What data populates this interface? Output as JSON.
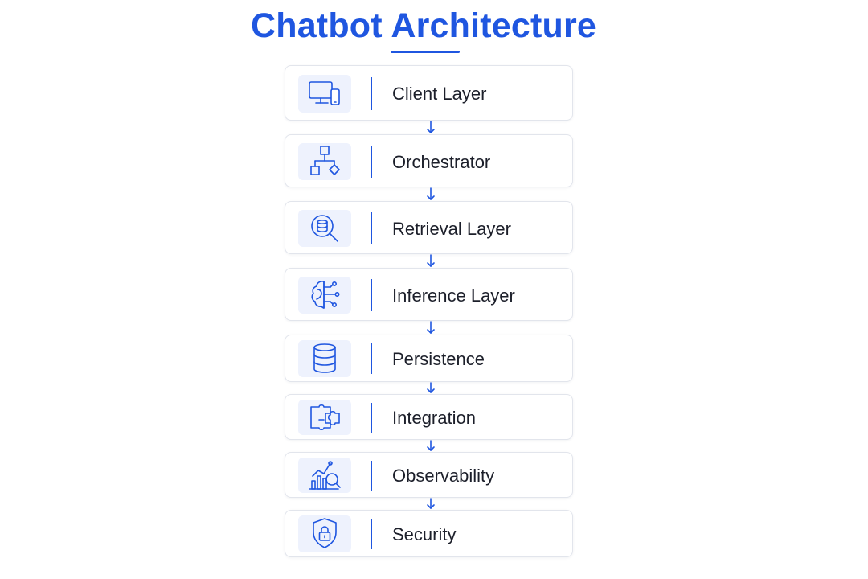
{
  "title": "Chatbot Architecture",
  "accent_color": "#1f56e0",
  "layers": [
    {
      "label": "Client Layer",
      "icon": "monitor-phone-icon"
    },
    {
      "label": "Orchestrator",
      "icon": "flowchart-icon"
    },
    {
      "label": "Retrieval Layer",
      "icon": "database-search-icon"
    },
    {
      "label": "Inference Layer",
      "icon": "brain-circuit-icon"
    },
    {
      "label": "Persistence",
      "icon": "database-icon"
    },
    {
      "label": "Integration",
      "icon": "puzzle-icon"
    },
    {
      "label": "Observability",
      "icon": "chart-magnifier-icon"
    },
    {
      "label": "Security",
      "icon": "shield-lock-icon"
    }
  ]
}
